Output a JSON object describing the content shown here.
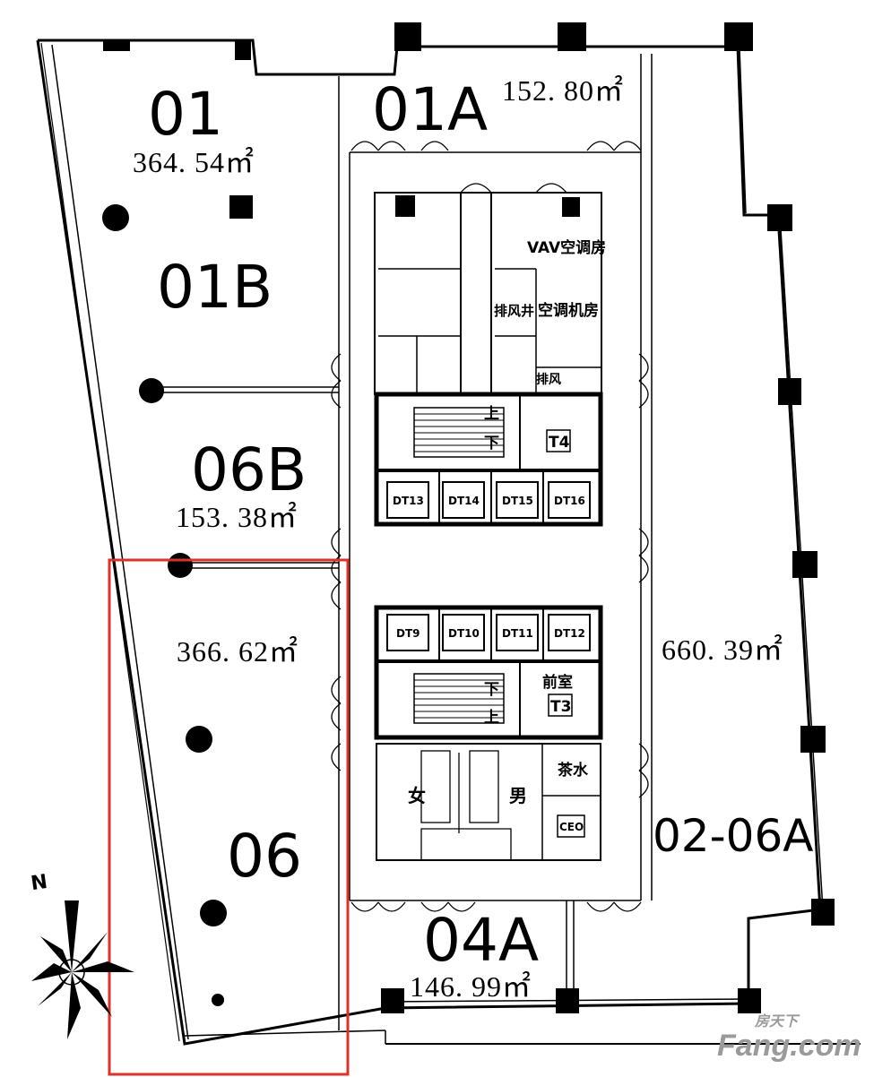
{
  "units": {
    "u01": {
      "code": "01",
      "area": "364. 54㎡"
    },
    "u01a": {
      "code": "01A",
      "area": "152. 80㎡"
    },
    "u01b": {
      "code": "01B"
    },
    "u06b": {
      "code": "06B",
      "area": "153. 38㎡"
    },
    "u06": {
      "code": "06",
      "area": "366. 62㎡"
    },
    "u04a": {
      "code": "04A",
      "area": "146. 99㎡"
    },
    "u0206a": {
      "code": "02-06A",
      "area": "660. 39㎡"
    }
  },
  "rooms": {
    "vav": "VAV空调房",
    "exhaust": "排风井",
    "ac_room": "空调机房",
    "shaft": "排风",
    "stair_up": "上",
    "stair_down": "下",
    "t4": "T4",
    "t3": "T3",
    "front_room": "前室",
    "tea": "茶水",
    "female": "女",
    "male": "男",
    "ceo": "CEO",
    "dt9": "DT9",
    "dt10": "DT10",
    "dt11": "DT11",
    "dt12": "DT12",
    "dt13": "DT13",
    "dt14": "DT14",
    "dt15": "DT15",
    "dt16": "DT16"
  },
  "compass": {
    "north_label": "N"
  },
  "watermark": {
    "brand": "Fang.com",
    "cn": "房天下"
  },
  "colors": {
    "highlight": "#d9332b",
    "wall": "#000000",
    "watermark": "#9a9a9a"
  }
}
